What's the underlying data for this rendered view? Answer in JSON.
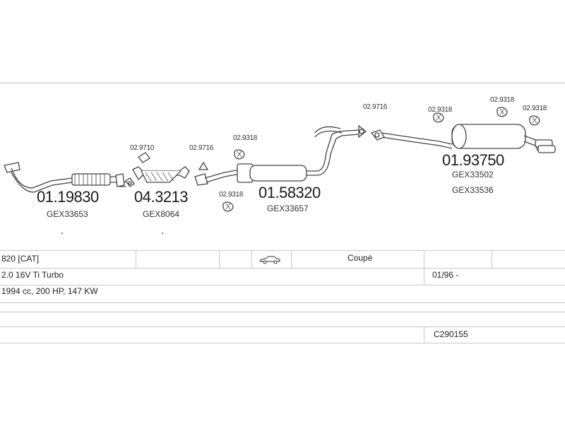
{
  "diagram": {
    "parts": [
      {
        "code": "01.19830",
        "ref": "GEX33653"
      },
      {
        "code": "04.3213",
        "ref": "GEX8064"
      },
      {
        "code": "01.58320",
        "ref": "GEX33657"
      },
      {
        "code": "01.93750",
        "ref": "GEX33502",
        "ref2": "GEX33536"
      }
    ],
    "small_parts": {
      "p1": "02.9710",
      "p2": "02.9716",
      "p3": "02.9318",
      "p4": "02.9318",
      "p5": "02.9716",
      "p6": "02.9318",
      "p7": "02.9318",
      "p8": "02.9318"
    }
  },
  "table": {
    "model": "820  [CAT]",
    "body": "Coupè",
    "engine": "2.0 16V Ti Turbo",
    "date": "01/96 -",
    "specs": "1994 cc, 200 HP, 147 KW",
    "code": "C290155"
  },
  "icons": {
    "body_type": "car-coupe-icon"
  }
}
